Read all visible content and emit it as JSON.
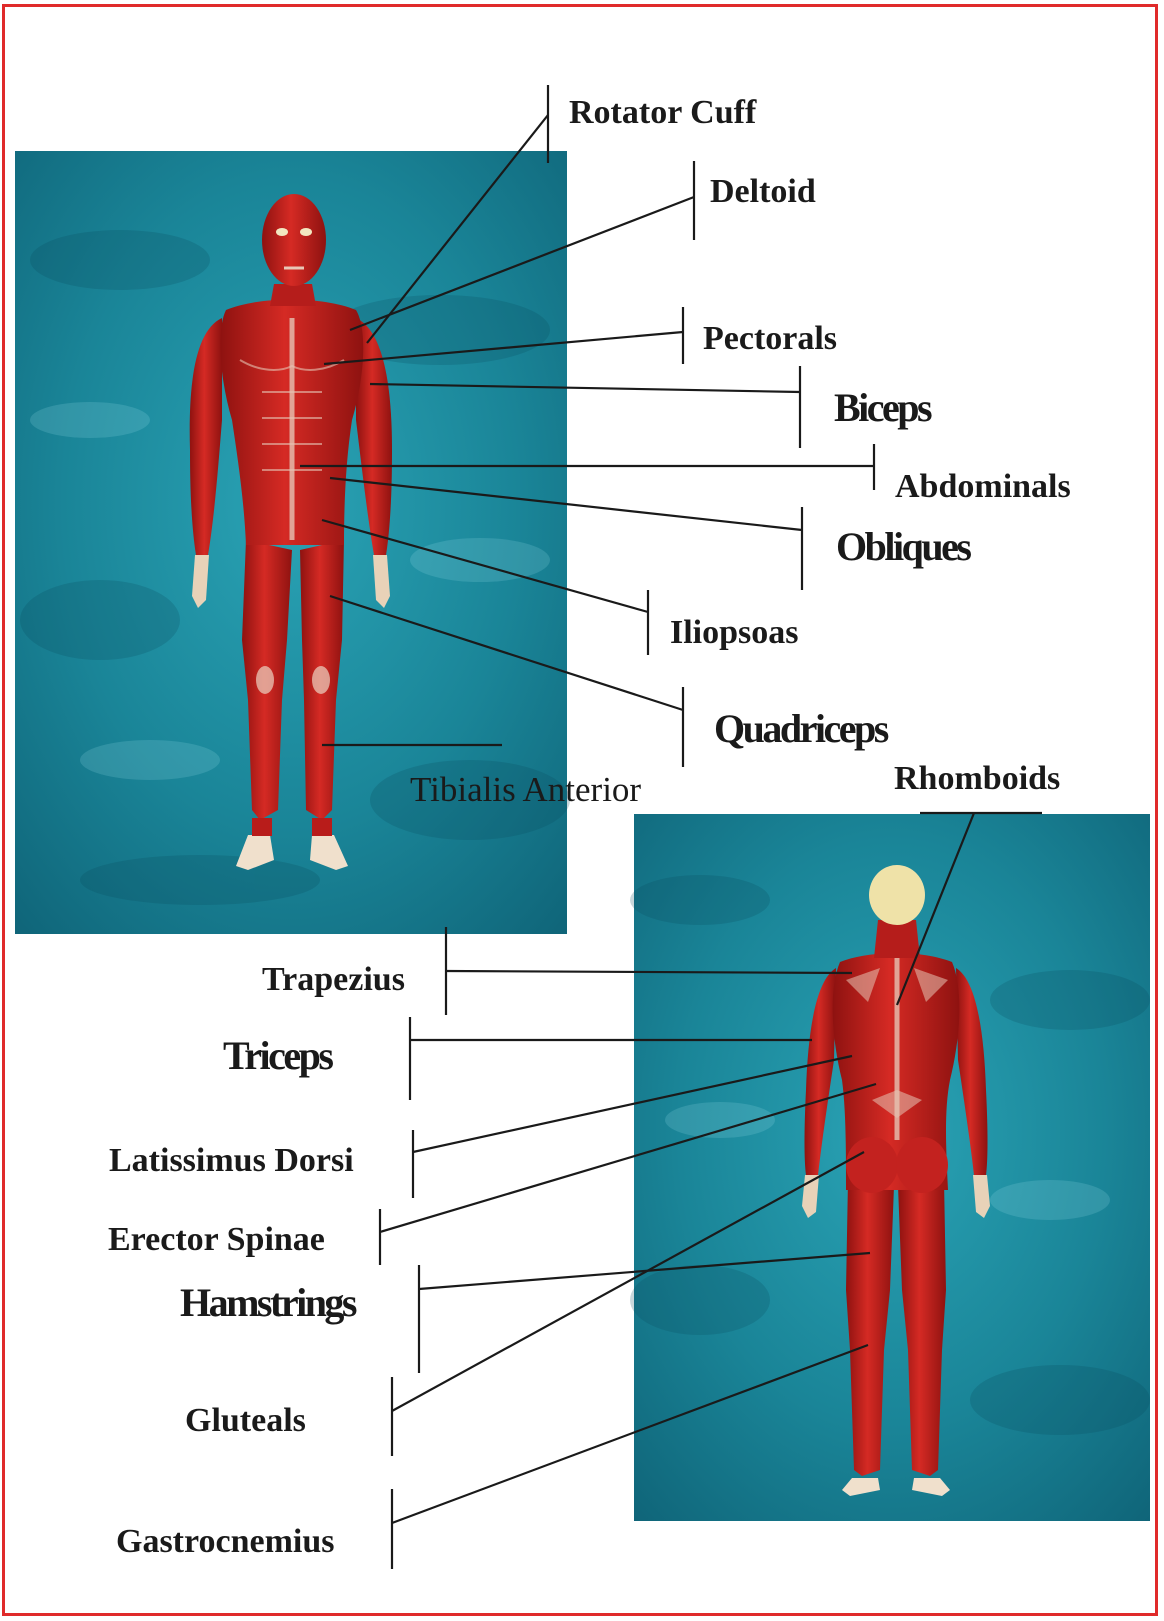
{
  "labels": {
    "rotator_cuff": "Rotator Cuff",
    "deltoid": "Deltoid",
    "pectorals": "Pectorals",
    "biceps": "Biceps",
    "abdominals": "Abdominals",
    "obliques": "Obliques",
    "iliopsoas": "Iliopsoas",
    "quadriceps": "Quadriceps",
    "tibialis_anterior": "Tibialis Anterior",
    "rhomboids": "Rhomboids",
    "trapezius": "Trapezius",
    "triceps": "Triceps",
    "latissimus_dorsi": "Latissimus Dorsi",
    "erector_spinae": "Erector Spinae",
    "hamstrings": "Hamstrings",
    "gluteals": "Gluteals",
    "gastrocnemius": "Gastrocnemius"
  },
  "colors": {
    "border": "#e02a2a",
    "background_panel": "#1f8ea0",
    "muscle": "#c8201e",
    "tendon": "#e8c8b8",
    "leader_line": "#1a1a1a"
  }
}
